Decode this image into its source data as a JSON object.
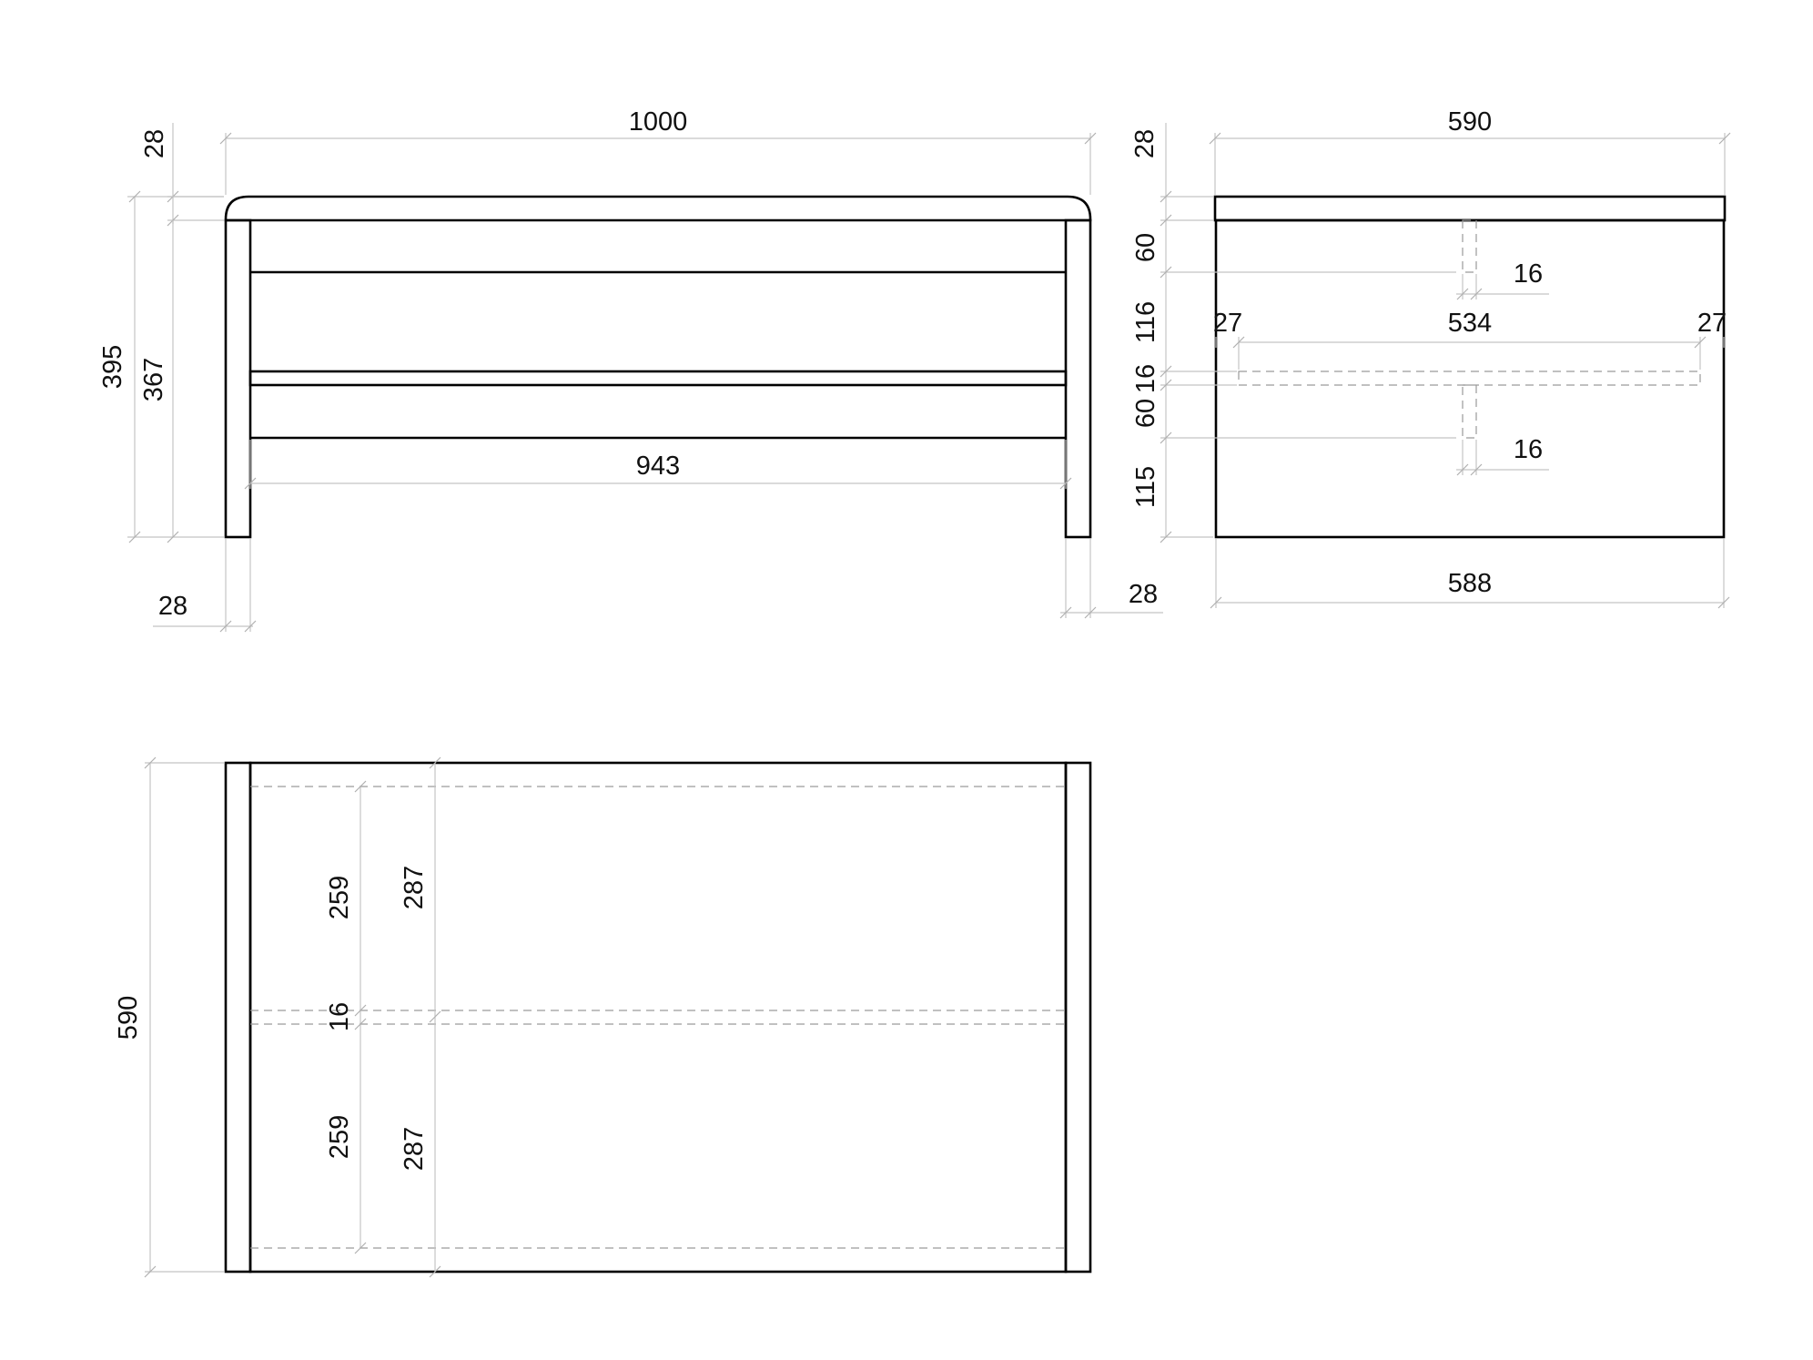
{
  "drawing": {
    "front_view": {
      "overall_width": "1000",
      "top_thickness": "28",
      "overall_height": "395",
      "leg_height": "367",
      "inner_width": "943",
      "leg_width_left": "28",
      "leg_width_right": "28"
    },
    "side_view": {
      "top_depth": "590",
      "top_thickness": "28",
      "rail_upper_height": "60",
      "rail_upper_thickness": "16",
      "gap_upper": "116",
      "shelf_offset_left": "27",
      "shelf_width": "534",
      "shelf_offset_right": "27",
      "shelf_thickness": "16",
      "rail_lower_height": "60",
      "rail_lower_thickness": "16",
      "gap_lower": "115",
      "base_depth": "588"
    },
    "top_view": {
      "overall_depth": "590",
      "slat_front_inner": "259",
      "slat_front_outer": "287",
      "center_rail": "16",
      "slat_back_inner": "259",
      "slat_back_outer": "287"
    }
  }
}
